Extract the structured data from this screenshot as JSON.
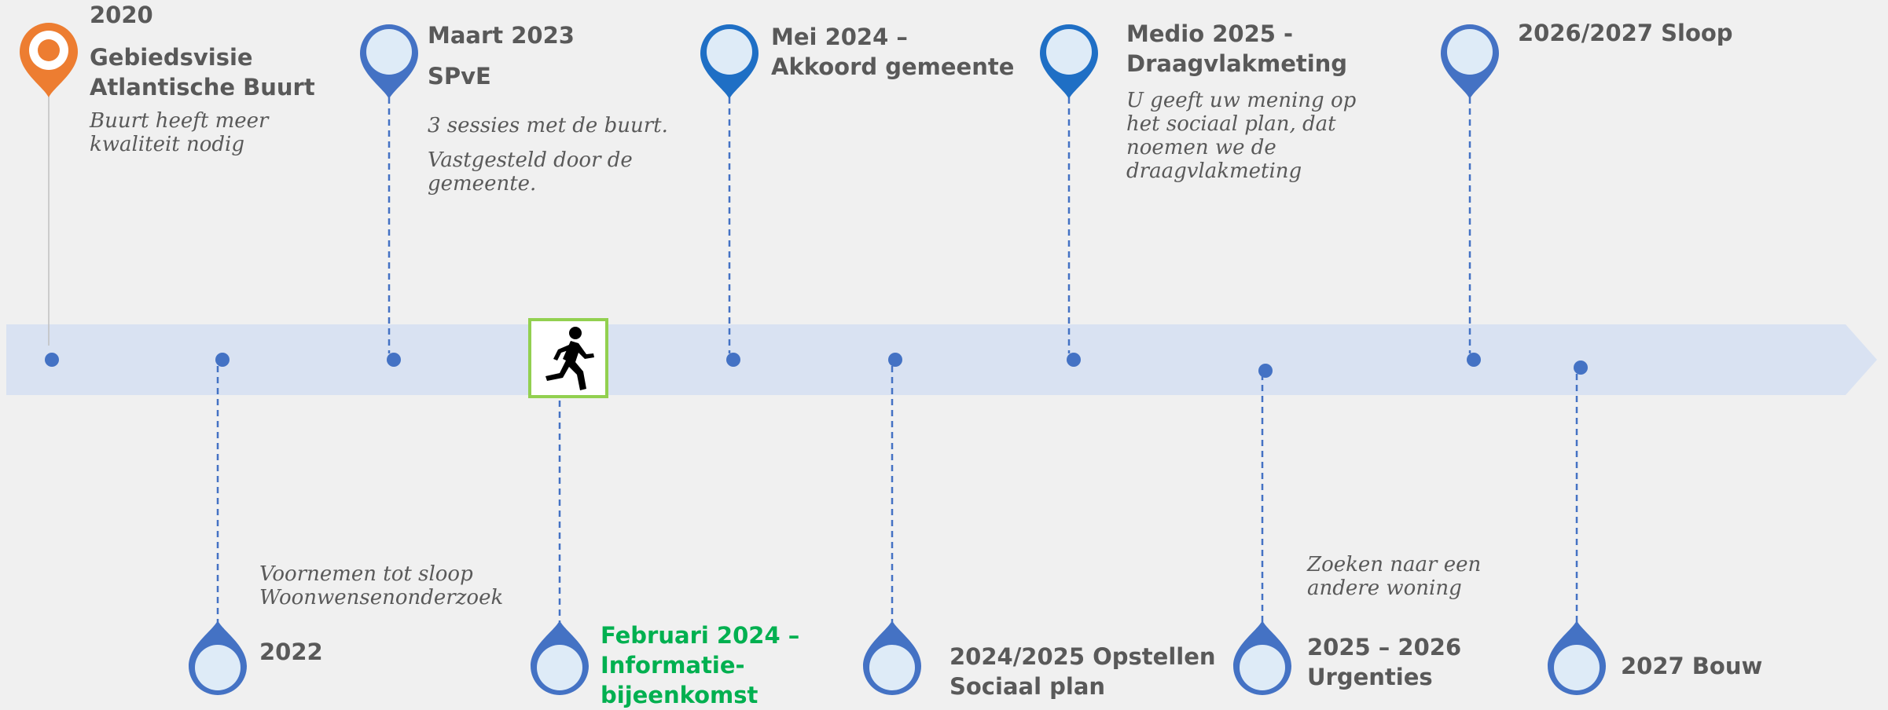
{
  "colors": {
    "arrow": "#d9e2f2",
    "marker": "#4472c4",
    "marker_dark": "#1f6fc5",
    "marker_current": "#ed7d31",
    "marker_fill": "#deebf7",
    "highlight": "#00b050",
    "runner_border": "#92d050"
  },
  "milestones": [
    {
      "id": "m2020",
      "lines": [
        "2020",
        "Gebiedsvisie",
        "Atlantische Buurt"
      ],
      "desc": [
        "Buurt heeft meer",
        "kwaliteit nodig"
      ]
    },
    {
      "id": "m2022",
      "lines": [
        "2022"
      ],
      "desc": [
        "Voornemen tot sloop",
        "Woonwensenonderzoek"
      ]
    },
    {
      "id": "m2023",
      "lines": [
        "Maart 2023",
        "SPvE"
      ],
      "desc": [
        "3 sessies met de buurt.",
        "Vastgesteld door de",
        "gemeente."
      ]
    },
    {
      "id": "mfeb24",
      "lines": [
        "Februari 2024 –",
        "Informatie-",
        "bijeenkomst"
      ],
      "desc": []
    },
    {
      "id": "mmei24",
      "lines": [
        "Mei 2024 –",
        "Akkoord gemeente"
      ],
      "desc": []
    },
    {
      "id": "m2425",
      "lines": [
        "2024/2025 Opstellen",
        "Sociaal plan"
      ],
      "desc": []
    },
    {
      "id": "m2025",
      "lines": [
        "Medio 2025 -",
        "Draagvlakmeting"
      ],
      "desc": [
        "U geeft uw mening op",
        "het sociaal plan, dat",
        "noemen we de",
        "draagvlakmeting"
      ]
    },
    {
      "id": "m2526",
      "lines": [
        "2025 – 2026",
        "Urgenties"
      ],
      "desc": [
        "Zoeken naar een",
        "andere woning"
      ]
    },
    {
      "id": "m2627",
      "lines": [
        "2026/2027 Sloop"
      ],
      "desc": []
    },
    {
      "id": "m2027",
      "lines": [
        "2027 Bouw"
      ],
      "desc": []
    }
  ]
}
